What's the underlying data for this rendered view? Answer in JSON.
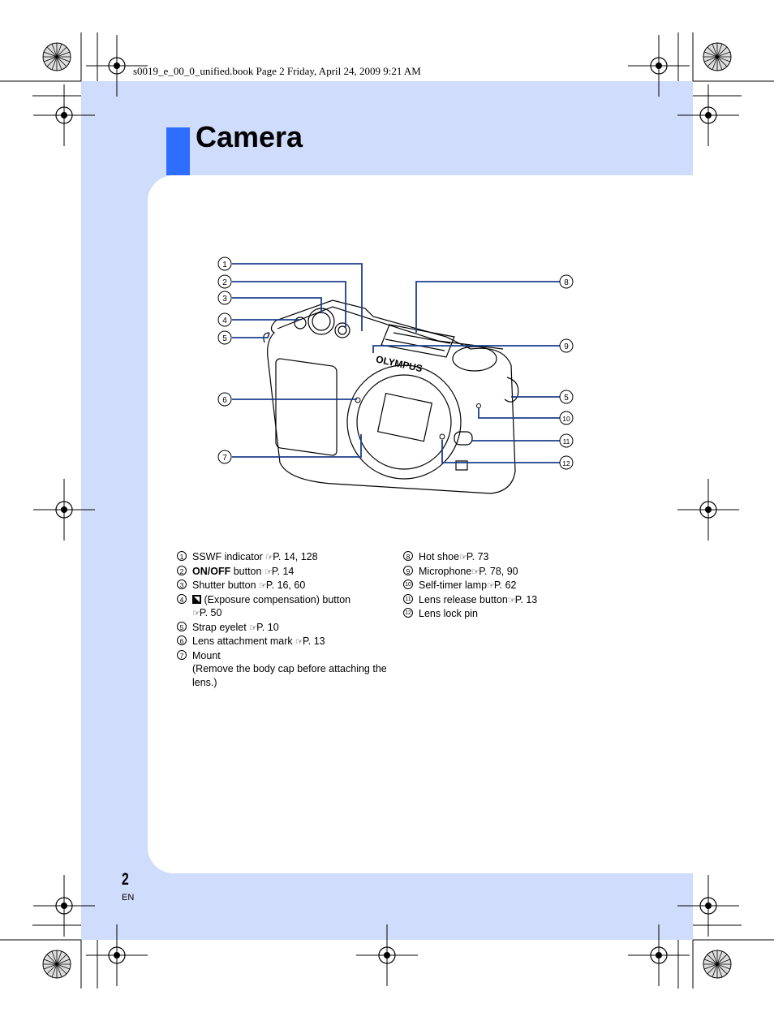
{
  "header": {
    "text": "s0019_e_00_0_unified.book  Page 2  Friday, April 24, 2009  9:21 AM"
  },
  "title": "Camera",
  "footer": {
    "page_number": "2",
    "language": "EN"
  },
  "callouts": [
    "1",
    "2",
    "3",
    "4",
    "5",
    "6",
    "7",
    "8",
    "9",
    "10",
    "11",
    "12",
    "5"
  ],
  "brand_on_camera": "OLYMPUS",
  "legend_left": [
    {
      "num": "1",
      "text": "SSWF indicator",
      "ref": "P. 14, 128"
    },
    {
      "num": "2",
      "bold": "ON/OFF",
      "text": " button",
      "ref": "P. 14"
    },
    {
      "num": "3",
      "text": "Shutter button",
      "ref": "P. 16, 60"
    },
    {
      "num": "4",
      "text": " (Exposure compensation) button",
      "ref": "P. 50"
    },
    {
      "num": "5",
      "text": "Strap eyelet",
      "ref": "P. 10"
    },
    {
      "num": "6",
      "text": "Lens attachment mark",
      "ref": "P. 13"
    },
    {
      "num": "7",
      "text": "Mount",
      "note": "(Remove the body cap before attaching the lens.)"
    }
  ],
  "legend_right": [
    {
      "num": "8",
      "text": "Hot shoe",
      "ref": "P. 73"
    },
    {
      "num": "9",
      "text": "Microphone",
      "ref": "P. 78, 90"
    },
    {
      "num": "10",
      "text": "Self-timer lamp",
      "ref": "P. 62"
    },
    {
      "num": "11",
      "text": "Lens release button",
      "ref": "P. 13"
    },
    {
      "num": "12",
      "text": "Lens lock pin"
    }
  ],
  "colors": {
    "page_blue": "#cfdcfb",
    "accent": "#2f6dff",
    "leader_line": "#1c3f8c"
  }
}
